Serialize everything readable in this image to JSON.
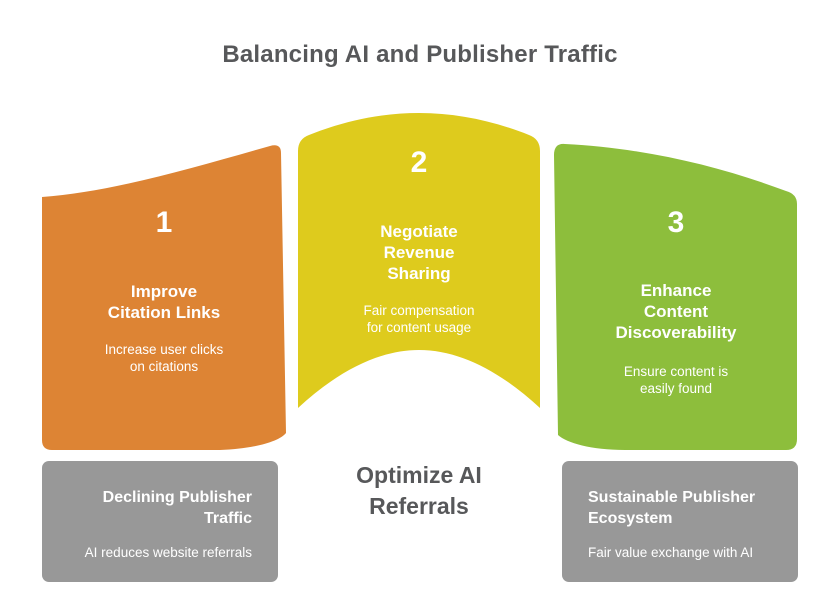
{
  "title": "Balancing AI and Publisher Traffic",
  "colors": {
    "orange": "#DD8434",
    "yellow": "#DECB1D",
    "green": "#8DBE3C",
    "gray": "#989898",
    "dark_text": "#57585A",
    "light_text": "#FFFFFF",
    "background": "#FFFFFF"
  },
  "steps": [
    {
      "number": "1",
      "title": "Improve\nCitation Links",
      "subtitle": "Increase user clicks\non citations"
    },
    {
      "number": "2",
      "title": "Negotiate\nRevenue\nSharing",
      "subtitle": "Fair compensation\nfor content usage"
    },
    {
      "number": "3",
      "title": "Enhance\nContent\nDiscoverability",
      "subtitle": "Ensure content is\neasily found"
    }
  ],
  "center_label": "Optimize AI\nReferrals",
  "notes": [
    {
      "title": "Declining Publisher\nTraffic",
      "subtitle": "AI reduces website referrals"
    },
    {
      "title": "Sustainable Publisher\nEcosystem",
      "subtitle": "Fair value exchange with AI"
    }
  ]
}
